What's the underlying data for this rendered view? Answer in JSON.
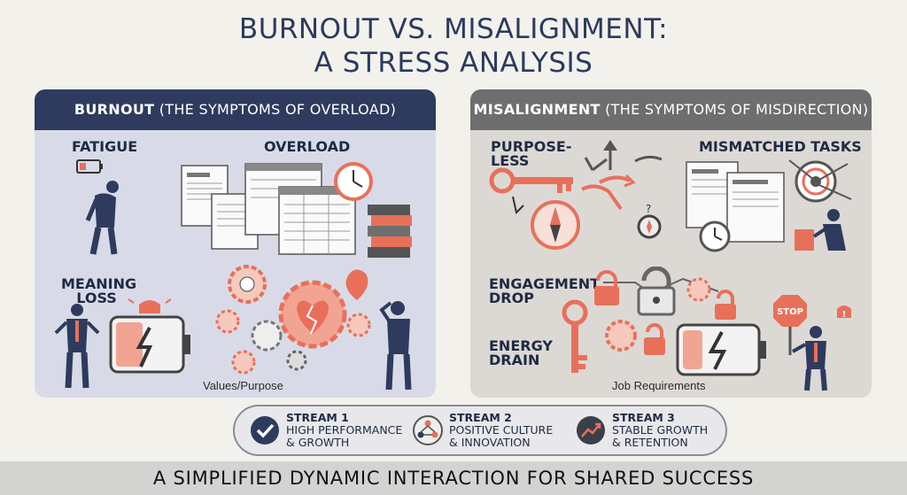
{
  "title": {
    "line1": "BURNOUT VS. MISALIGNMENT:",
    "line2": "A STRESS ANALYSIS"
  },
  "burnout": {
    "header_bold": "BURNOUT",
    "header_rest": " (THE SYMPTOMS OF OVERLOAD)",
    "labels": {
      "fatigue": "FATIGUE",
      "overload": "OVERLOAD",
      "meaning_loss_1": "MEANING",
      "meaning_loss_2": "LOSS"
    },
    "caption": "Values/Purpose"
  },
  "misalignment": {
    "header_bold": "MISALIGNMENT",
    "header_rest": " (THE SYMPTOMS OF MISDIRECTION)",
    "labels": {
      "purposeless_1": "PURPOSE-",
      "purposeless_2": "LESS",
      "mismatched": "MISMATCHED TASKS",
      "engagement_1": "ENGAGEMENT",
      "engagement_2": "DROP",
      "energy_1": "ENERGY",
      "energy_2": "DRAIN"
    },
    "stop_sign": "STOP",
    "caption": "Job Requirements"
  },
  "streams": [
    {
      "heading": "STREAM 1",
      "line1": "HIGH PERFORMANCE",
      "line2": "& GROWTH",
      "icon": "checkmark-icon"
    },
    {
      "heading": "STREAM 2",
      "line1": "POSITIVE CULTURE",
      "line2": "& INNOVATION",
      "icon": "network-people-icon"
    },
    {
      "heading": "STREAM 3",
      "line1": "STABLE GROWTH",
      "line2": "& RETENTION",
      "icon": "trend-up-icon"
    }
  ],
  "footer": "A SIMPLIFIED DYNAMIC INTERACTION FOR SHARED SUCCESS",
  "colors": {
    "navy": "#2e3b5e",
    "gray_header": "#6e6e6e",
    "accent_red": "#e8705a",
    "left_panel": "#d8dbe7",
    "right_panel": "#dcd9d4"
  }
}
